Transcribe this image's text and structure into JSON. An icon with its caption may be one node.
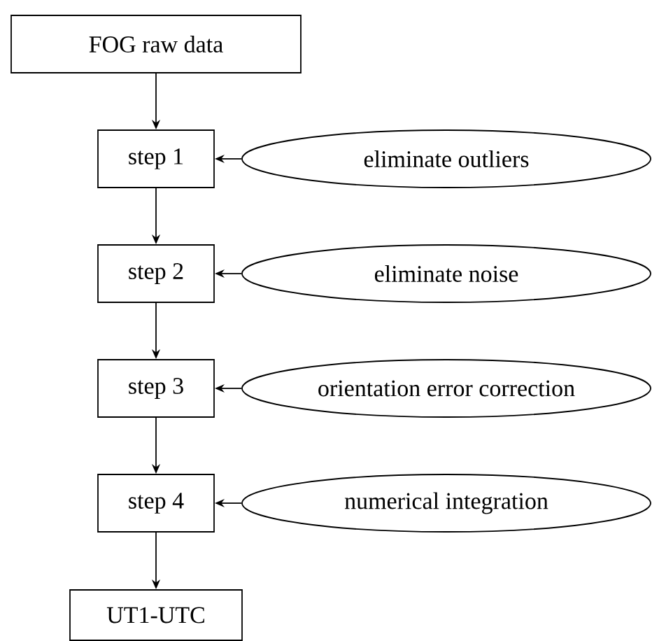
{
  "diagram": {
    "nodes": [
      {
        "text": [
          "FOG raw data"
        ]
      },
      {
        "text": [
          "step 1"
        ]
      },
      {
        "text": [
          "eliminate outliers"
        ]
      },
      {
        "text": [
          "step 2"
        ]
      },
      {
        "text": [
          "eliminate noise"
        ]
      },
      {
        "text": [
          "step 3"
        ]
      },
      {
        "text": [
          "orientation error correction"
        ]
      },
      {
        "text": [
          "step 4"
        ]
      },
      {
        "text": [
          "numerical integration"
        ]
      },
      {
        "text": [
          "UT1-UTC"
        ]
      }
    ],
    "edges": [
      {
        "from": 0,
        "to": 1,
        "arrow": "to"
      },
      {
        "from": 2,
        "to": 1,
        "arrow": "to"
      },
      {
        "from": 1,
        "to": 3,
        "arrow": "to"
      },
      {
        "from": 4,
        "to": 3,
        "arrow": "to"
      },
      {
        "from": 3,
        "to": 5,
        "arrow": "to"
      },
      {
        "from": 6,
        "to": 5,
        "arrow": "to"
      },
      {
        "from": 5,
        "to": 7,
        "arrow": "to"
      },
      {
        "from": 8,
        "to": 7,
        "arrow": "to"
      },
      {
        "from": 7,
        "to": 9,
        "arrow": "to"
      }
    ]
  }
}
